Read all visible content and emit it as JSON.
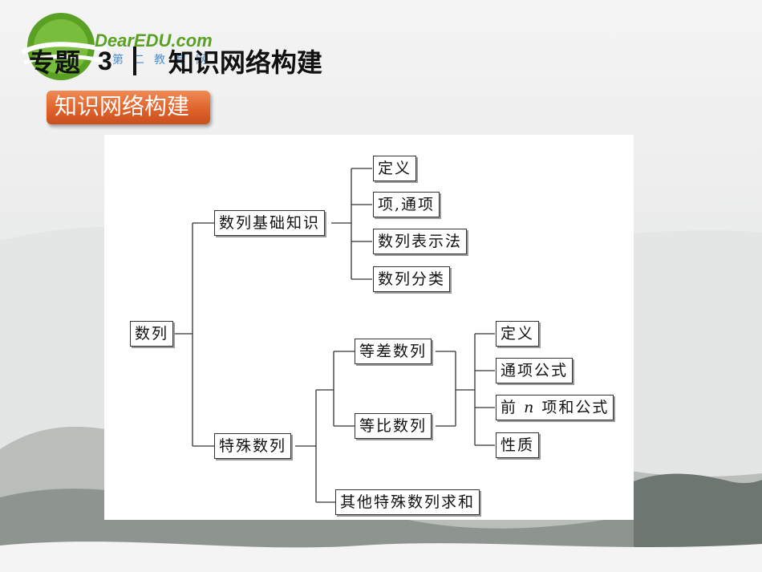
{
  "header": {
    "logo_text": "DearEDU.com",
    "logo_sub": "第二教育网",
    "title_topic": "专题",
    "title_number": "3",
    "title_text": "知识网络构建"
  },
  "section_badge": "知识网络构建",
  "diagram": {
    "root": "数列",
    "basic": {
      "label": "数列基础知识",
      "children": [
        "定义",
        "项,通项",
        "数列表示法",
        "数列分类"
      ]
    },
    "special": {
      "label": "特殊数列",
      "arith": "等差数列",
      "geom": "等比数列",
      "shared_children": [
        "定义",
        "通项公式",
        "前",
        "n",
        "项和公式",
        "性质"
      ],
      "other": "其他特殊数列求和"
    }
  },
  "colors": {
    "badge": "#e0622b",
    "logo_green": "#5aa025",
    "logo_blue": "#4a8fd1"
  }
}
